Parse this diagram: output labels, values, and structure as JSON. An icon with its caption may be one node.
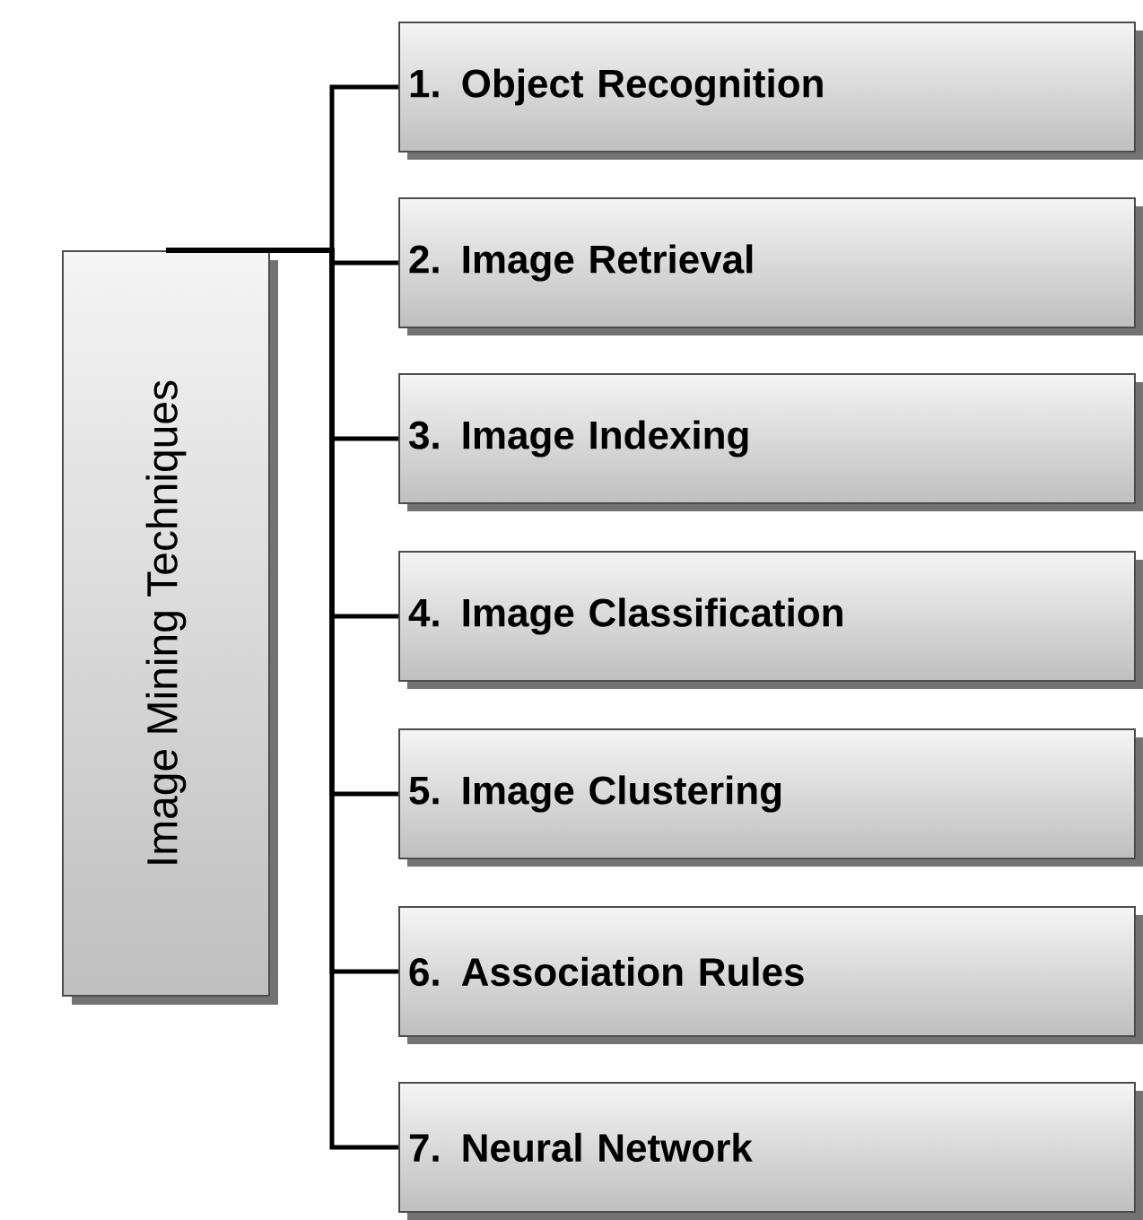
{
  "diagram": {
    "nodes": [
      {
        "text": [
          "Image Mining Techniques"
        ]
      },
      {
        "text": [
          "1. Object Recognition"
        ]
      },
      {
        "text": [
          "2. Image Retrieval"
        ]
      },
      {
        "text": [
          "3. Image Indexing"
        ]
      },
      {
        "text": [
          "4. Image Classification"
        ]
      },
      {
        "text": [
          "5. Image Clustering"
        ]
      },
      {
        "text": [
          "6. Association Rules"
        ]
      },
      {
        "text": [
          "7. Neural Network"
        ]
      }
    ],
    "edges": [
      {
        "from": 0,
        "to": 1,
        "arrow": "none"
      },
      {
        "from": 0,
        "to": 2,
        "arrow": "none"
      },
      {
        "from": 0,
        "to": 3,
        "arrow": "none"
      },
      {
        "from": 0,
        "to": 4,
        "arrow": "none"
      },
      {
        "from": 0,
        "to": 5,
        "arrow": "none"
      },
      {
        "from": 0,
        "to": 6,
        "arrow": "none"
      },
      {
        "from": 0,
        "to": 7,
        "arrow": "none"
      }
    ]
  }
}
